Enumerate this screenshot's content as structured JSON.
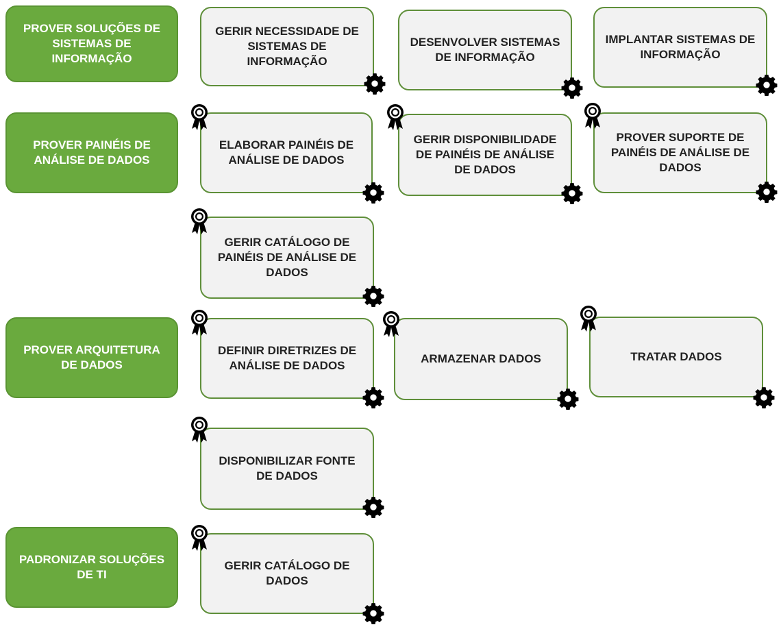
{
  "groups": {
    "g1": "PROVER SOLUÇÕES DE SISTEMAS DE INFORMAÇÃO",
    "g2": "PROVER PAINÉIS DE ANÁLISE DE DADOS",
    "g3": "PROVER ARQUITETURA DE DADOS",
    "g4": "PADRONIZAR SOLUÇÕES DE TI"
  },
  "processes": {
    "p1": "GERIR NECESSIDADE DE SISTEMAS DE INFORMAÇÃO",
    "p2": "DESENVOLVER SISTEMAS DE INFORMAÇÃO",
    "p3": "IMPLANTAR SISTEMAS DE INFORMAÇÃO",
    "p4": "ELABORAR PAINÉIS DE ANÁLISE DE DADOS",
    "p5": "GERIR DISPONIBILIDADE DE PAINÉIS DE ANÁLISE DE DADOS",
    "p6": "PROVER SUPORTE DE PAINÉIS DE ANÁLISE DE DADOS",
    "p7": "GERIR CATÁLOGO DE PAINÉIS DE ANÁLISE DE DADOS",
    "p8": "DEFINIR DIRETRIZES DE ANÁLISE DE DADOS",
    "p9": "ARMAZENAR DADOS",
    "p10": "TRATAR DADOS",
    "p11": "DISPONIBILIZAR FONTE DE DADOS",
    "p12": "GERIR CATÁLOGO DE DADOS"
  },
  "icons": {
    "gear": "gear-icon",
    "ribbon": "award-ribbon-icon"
  },
  "colors": {
    "group_fill": "#6aaa3e",
    "card_fill": "#f2f2f2",
    "card_border": "#5f8f3a",
    "icon": "#000000"
  }
}
